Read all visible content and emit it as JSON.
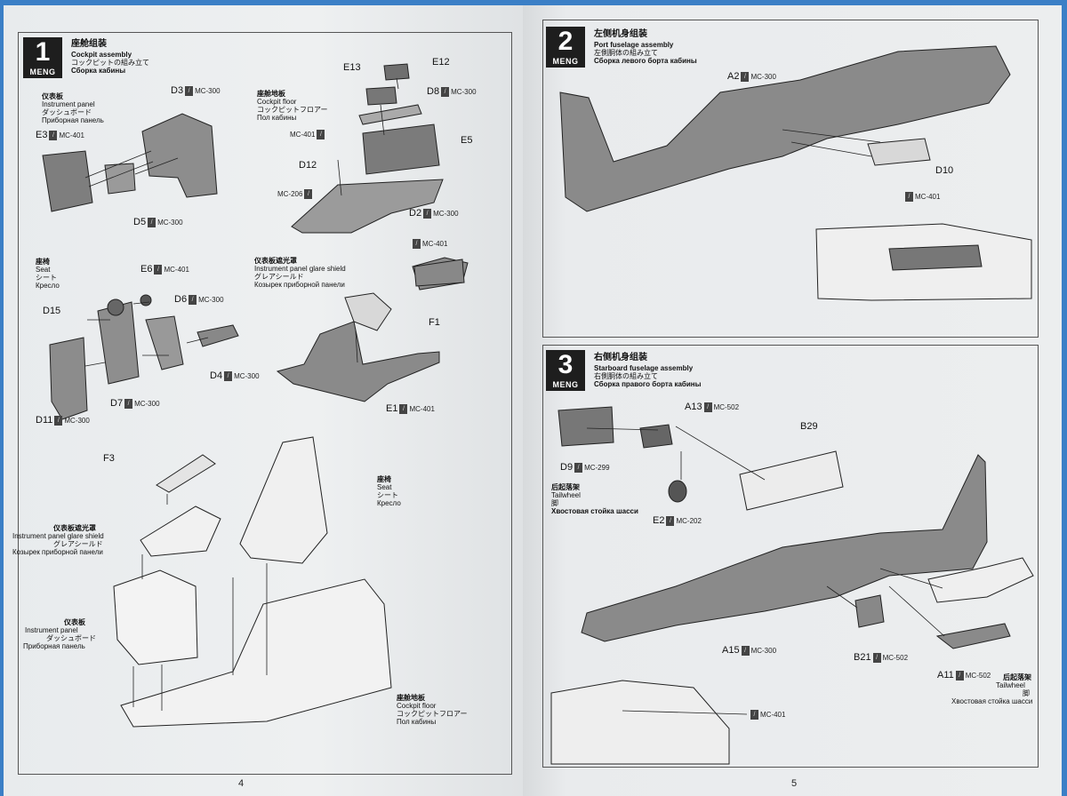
{
  "page_numbers": {
    "left": "4",
    "right": "5"
  },
  "brand": "MENG",
  "steps": [
    {
      "number": "1",
      "title_cn": "座舱组装",
      "title_en": "Cockpit assembly",
      "title_jp": "コックピットの組み立て",
      "title_ru": "Сборка кабины"
    },
    {
      "number": "2",
      "title_cn": "左侧机身组装",
      "title_en": "Port fuselage assembly",
      "title_jp": "左側胴体の組み立て",
      "title_ru": "Сборка левого борта кабины"
    },
    {
      "number": "3",
      "title_cn": "右侧机身组装",
      "title_en": "Starboard fuselage assembly",
      "title_jp": "右側胴体の組み立て",
      "title_ru": "Сборка правого борта кабины"
    }
  ],
  "subassemblies": {
    "instrument_panel": {
      "cn": "仪表板",
      "en": "Instrument panel",
      "jp": "ダッシュボード",
      "ru": "Приборная панель"
    },
    "cockpit_floor": {
      "cn": "座舱地板",
      "en": "Cockpit floor",
      "jp": "コックピットフロアー",
      "ru": "Пол кабины"
    },
    "seat": {
      "cn": "座椅",
      "en": "Seat",
      "jp": "シート",
      "ru": "Кресло"
    },
    "glare_shield": {
      "cn": "仪表板遮光罩",
      "en": "Instrument panel glare shield",
      "jp": "グレアシールド",
      "ru": "Козырек приборной панели"
    },
    "tailwheel": {
      "cn": "后起落架",
      "en": "Tailwheel",
      "jp": "脚",
      "ru": "Хвостовая стойка шасси"
    }
  },
  "parts": {
    "E3": "E3",
    "D3": "D3",
    "D5": "D5",
    "E13": "E13",
    "E12": "E12",
    "D8": "D8",
    "E5": "E5",
    "D12": "D12",
    "D2": "D2",
    "E6": "E6",
    "D15": "D15",
    "D6": "D6",
    "D4": "D4",
    "D7": "D7",
    "D11": "D11",
    "F1": "F1",
    "E1": "E1",
    "F3": "F3",
    "A2": "A2",
    "D10": "D10",
    "A13": "A13",
    "B29": "B29",
    "D9": "D9",
    "E2": "E2",
    "A15": "A15",
    "B21": "B21",
    "A11": "A11"
  },
  "paints": {
    "mc300": "MC-300",
    "mc401": "MC-401",
    "mc206": "MC-206",
    "mc502": "MC-502",
    "mc299": "MC-299",
    "mc202": "MC-202"
  },
  "colors": {
    "page": "#eceeef",
    "background": "#3b7fc6",
    "ink": "#1e1e1e",
    "part_fill": "#8a8a8a"
  }
}
